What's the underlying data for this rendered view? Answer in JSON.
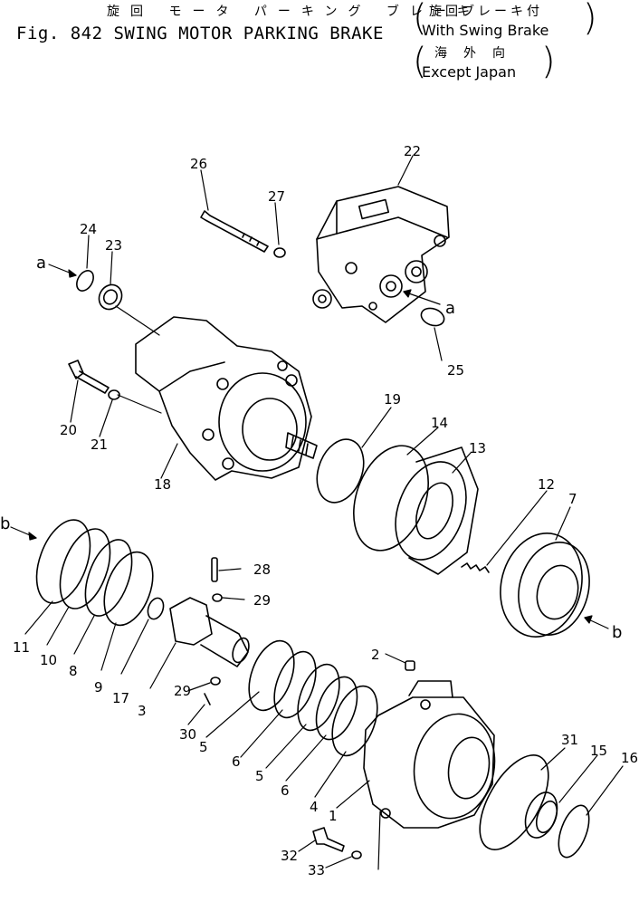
{
  "header": {
    "jp_title": "旋回 モータ パーキング ブレーキ",
    "en_title": "Fig. 842 SWING MOTOR PARKING BRAKE",
    "variant1_jp": "旋回ブレーキ付",
    "variant1_en": "With Swing Brake",
    "variant2_jp": "海外向",
    "variant2_en": "Except Japan"
  },
  "callouts": [
    "1",
    "2",
    "3",
    "4",
    "5",
    "5",
    "6",
    "6",
    "7",
    "8",
    "9",
    "10",
    "11",
    "12",
    "13",
    "14",
    "15",
    "16",
    "17",
    "18",
    "19",
    "20",
    "21",
    "22",
    "23",
    "24",
    "25",
    "26",
    "27",
    "28",
    "29",
    "29",
    "30",
    "31",
    "32",
    "33"
  ],
  "refs": [
    "a",
    "a",
    "b",
    "b"
  ]
}
